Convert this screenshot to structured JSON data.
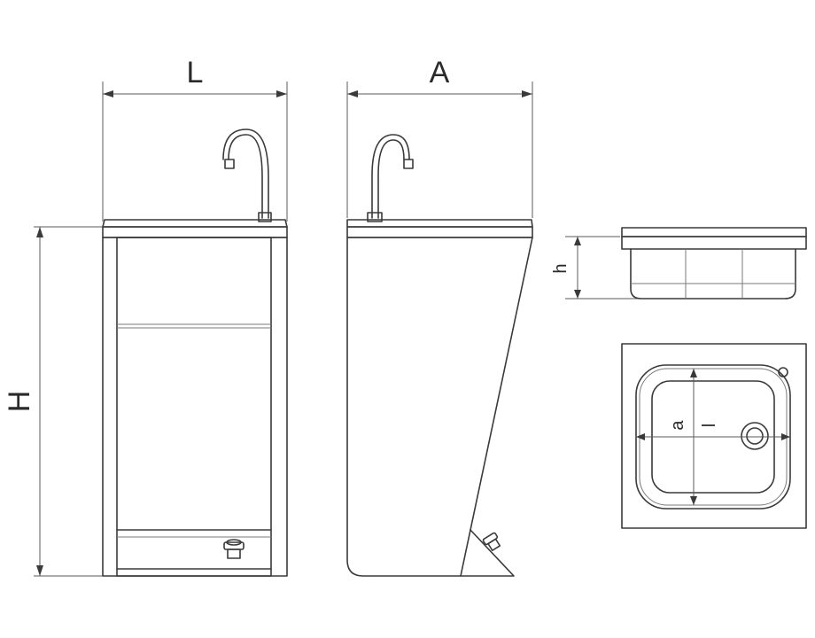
{
  "dimension_labels": {
    "length": "L",
    "depth": "A",
    "height": "H",
    "bowl_height": "h",
    "bowl_depth": "a",
    "bowl_length": "l"
  }
}
